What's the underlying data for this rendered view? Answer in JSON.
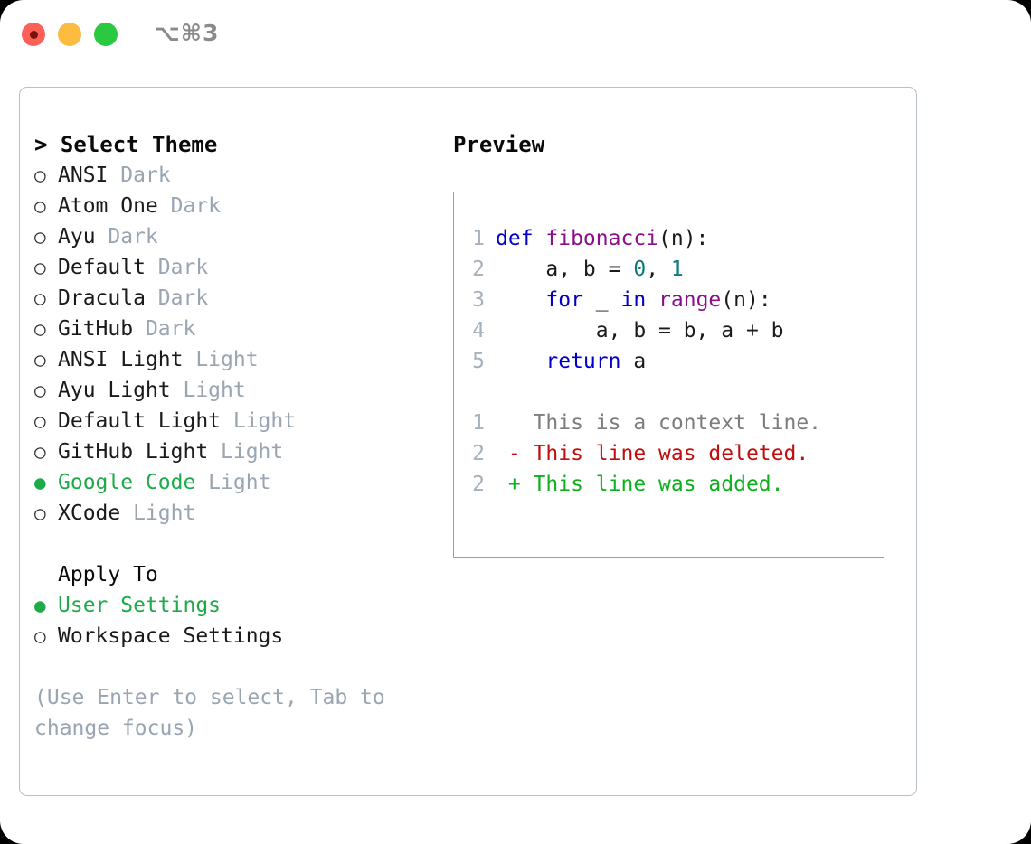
{
  "window": {
    "shortcut": "⌥⌘3",
    "traffic_lights": [
      {
        "name": "close",
        "color": "#fc6058"
      },
      {
        "name": "minimize",
        "color": "#fdbc40"
      },
      {
        "name": "maximize",
        "color": "#2bc93f"
      }
    ]
  },
  "theme_picker": {
    "header": "> Select Theme",
    "bullet_selected": "●",
    "bullet_unselected": "○",
    "items": [
      {
        "label": "ANSI",
        "badge": "Dark",
        "selected": false
      },
      {
        "label": "Atom One",
        "badge": "Dark",
        "selected": false
      },
      {
        "label": "Ayu",
        "badge": "Dark",
        "selected": false
      },
      {
        "label": "Default",
        "badge": "Dark",
        "selected": false
      },
      {
        "label": "Dracula",
        "badge": "Dark",
        "selected": false
      },
      {
        "label": "GitHub",
        "badge": "Dark",
        "selected": false
      },
      {
        "label": "ANSI Light",
        "badge": "Light",
        "selected": false
      },
      {
        "label": "Ayu Light",
        "badge": "Light",
        "selected": false
      },
      {
        "label": "Default Light",
        "badge": "Light",
        "selected": false
      },
      {
        "label": "GitHub Light",
        "badge": "Light",
        "selected": false
      },
      {
        "label": "Google Code",
        "badge": "Light",
        "selected": true
      },
      {
        "label": "XCode",
        "badge": "Light",
        "selected": false
      }
    ]
  },
  "apply_to": {
    "header": "Apply To",
    "items": [
      {
        "label": "User Settings",
        "selected": true
      },
      {
        "label": "Workspace Settings",
        "selected": false
      }
    ]
  },
  "hint": "(Use Enter to select, Tab to change focus)",
  "preview": {
    "title": "Preview",
    "code_lines": [
      {
        "number": "1",
        "tokens": [
          {
            "text": "def ",
            "type": "kw"
          },
          {
            "text": "fibonacci",
            "type": "fn"
          },
          {
            "text": "(n):",
            "type": "pl"
          }
        ]
      },
      {
        "number": "2",
        "tokens": [
          {
            "text": "    a, b = ",
            "type": "pl"
          },
          {
            "text": "0",
            "type": "num"
          },
          {
            "text": ", ",
            "type": "pl"
          },
          {
            "text": "1",
            "type": "num"
          }
        ]
      },
      {
        "number": "3",
        "tokens": [
          {
            "text": "    ",
            "type": "pl"
          },
          {
            "text": "for",
            "type": "kw"
          },
          {
            "text": " _ ",
            "type": "pl"
          },
          {
            "text": "in",
            "type": "kw"
          },
          {
            "text": " ",
            "type": "pl"
          },
          {
            "text": "range",
            "type": "fn"
          },
          {
            "text": "(n):",
            "type": "pl"
          }
        ]
      },
      {
        "number": "4",
        "tokens": [
          {
            "text": "        a, b = b, a + b",
            "type": "pl"
          }
        ]
      },
      {
        "number": "5",
        "tokens": [
          {
            "text": "    ",
            "type": "pl"
          },
          {
            "text": "return",
            "type": "kw"
          },
          {
            "text": " a",
            "type": "pl"
          }
        ]
      }
    ],
    "diff_lines": [
      {
        "number": "1",
        "marker": " ",
        "text": " This is a context line.",
        "kind": "ctx"
      },
      {
        "number": "2",
        "marker": "-",
        "text": " This line was deleted.",
        "kind": "del"
      },
      {
        "number": "2",
        "marker": "+",
        "text": " This line was added.",
        "kind": "add"
      }
    ]
  },
  "colors": {
    "accent_green": "#1faa4a",
    "badge_gray": "#9aa5b2",
    "panel_border": "#b6bfc9",
    "preview_border": "#93a0ae",
    "line_number": "#a7b1bc",
    "keyword": "#0000c8",
    "function": "#8b0f8b",
    "number": "#0e7b7b",
    "diff_context": "#7d7d7d",
    "diff_deleted": "#c20d0d",
    "diff_added": "#0fb020"
  }
}
